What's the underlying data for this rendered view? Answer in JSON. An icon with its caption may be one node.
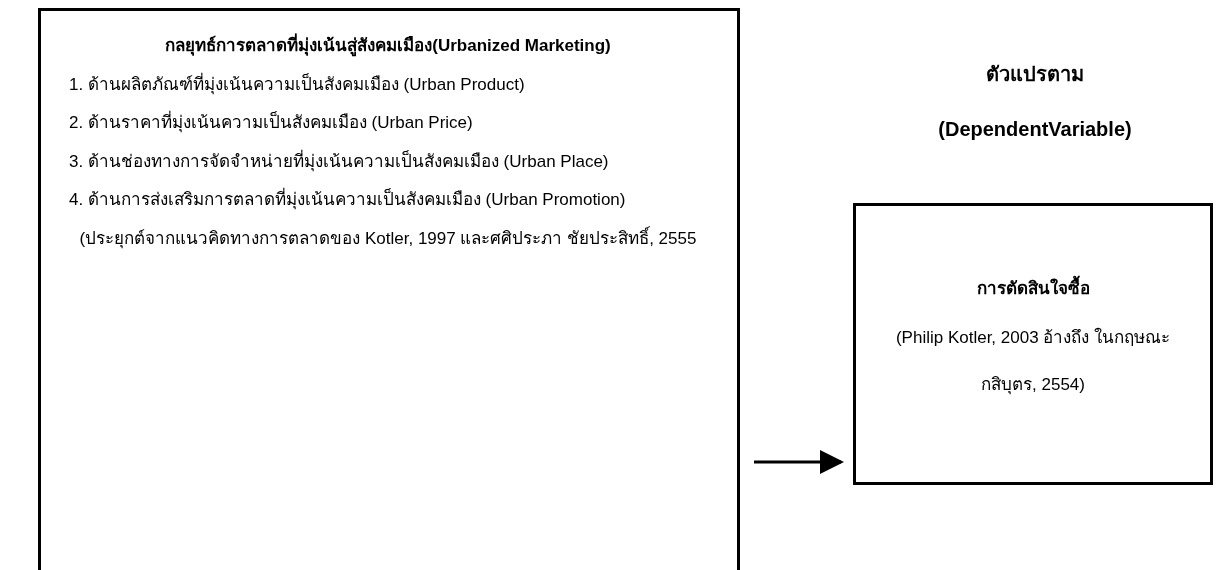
{
  "diagram": {
    "nodes": [
      {
        "text": [
          "กลยุทธ์การตลาดที่มุ่งเน้นสู่สังคมเมือง(Urbanized Marketing)",
          "1. ด้านผลิตภัณฑ์ที่มุ่งเน้นความเป็นสังคมเมือง (Urban Product)",
          "2. ด้านราคาที่มุ่งเน้นความเป็นสังคมเมือง (Urban Price)",
          "3. ด้านช่องทางการจัดจำหน่ายที่มุ่งเน้นความเป็นสังคมเมือง (Urban Place)",
          "4. ด้านการส่งเสริมการตลาดที่มุ่งเน้นความเป็นสังคมเมือง (Urban Promotion)",
          "(ประยุกต์จากแนวคิดทางการตลาดของ Kotler, 1997 และศศิประภา ชัยประสิทธิ์, 2555"
        ]
      },
      {
        "text": [
          "การตัดสินใจซื้อ",
          "(Philip Kotler, 2003 อ้างถึง ในกฤษณะ กสิบุตร, 2554)"
        ]
      }
    ],
    "edges": [
      {
        "from": 0,
        "to": 1,
        "arrow": "to"
      }
    ],
    "labels": [
      "ตัวแปรตาม",
      "(DependentVariable)"
    ]
  }
}
